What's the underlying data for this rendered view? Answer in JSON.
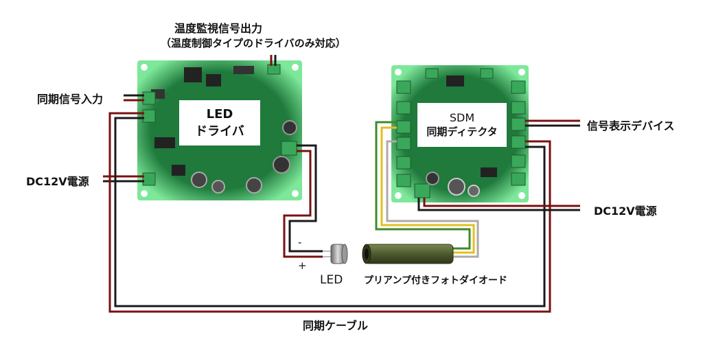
{
  "labels": {
    "temp_monitor_line1": "温度監視信号出力",
    "temp_monitor_line2": "（温度制御タイプのドライバのみ対応）",
    "sync_input": "同期信号入力",
    "dc12v_left": "DC12V電源",
    "led_driver_line1": "LED",
    "led_driver_line2": "ドライバ",
    "sdm_line1": "SDM",
    "sdm_line2": "同期ディテクタ",
    "signal_display": "信号表示デバイス",
    "dc12v_right": "DC12V電源",
    "led": "LED",
    "photodiode": "プリアンプ付きフォトダイオード",
    "sync_cable": "同期ケーブル",
    "led_minus": "-",
    "led_plus": "+"
  },
  "colors": {
    "board": "#1f7a3c",
    "board_glow": "#5fd880",
    "terminal": "#3aa85a",
    "wire_dark_red": "#7a1010",
    "wire_black": "#1a1a1a",
    "wire_yellow": "#e0c020",
    "wire_green": "#3f8a2a",
    "wire_gray": "#b0a8a8",
    "photodiode_body": "#4d5a2e"
  }
}
